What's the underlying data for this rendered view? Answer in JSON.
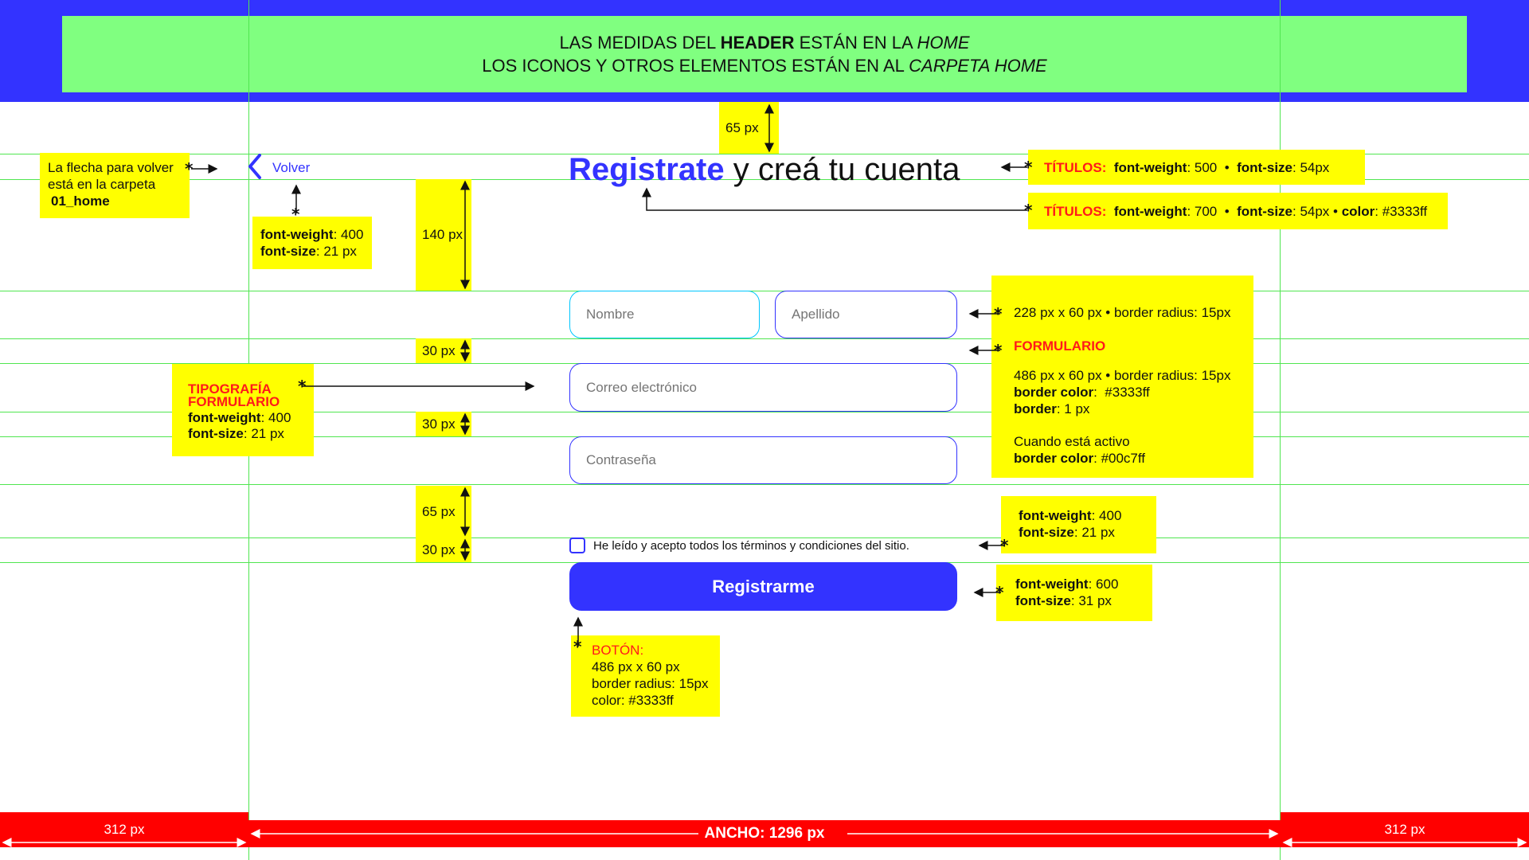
{
  "header": {
    "line1_prefix": "LAS MEDIDAS DEL ",
    "line1_bold": "HEADER",
    "line1_middle": " ESTÁN EN LA ",
    "line1_italic": "HOME",
    "line2_prefix": "LOS ICONOS Y OTROS ELEMENTOS ESTÁN EN AL ",
    "line2_italic": "CARPETA HOME"
  },
  "back": {
    "label": "Volver"
  },
  "title": {
    "accent": "Registrate",
    "rest": " y creá tu cuenta"
  },
  "form": {
    "first_name_placeholder": "Nombre",
    "last_name_placeholder": "Apellido",
    "email_placeholder": "Correo electrónico",
    "password_placeholder": "Contraseña",
    "terms_label": "He leído y acepto todos los  términos y condiciones del sitio.",
    "submit_label": "Registrarme"
  },
  "annotations": {
    "back_arrow_note": {
      "line1": "La flecha para volver",
      "line2": "está en la carpeta",
      "line3": "01_home"
    },
    "back_font": {
      "weight_key": "font-weight",
      "weight_val": ": 400",
      "size_key": "font-size",
      "size_val": ": 21 px"
    },
    "title_note_1": {
      "tag": "TÍTULOS:",
      "weight_key": "font-weight",
      "weight_val": ": 500",
      "sep": "  •  ",
      "size_key": "font-size",
      "size_val": ": 54px"
    },
    "title_note_2": {
      "tag": "TÍTULOS:",
      "weight_key": "font-weight",
      "weight_val": ": 700",
      "sep": "  •  ",
      "size_key": "font-size",
      "size_val": ": 54px",
      "sep2": " • ",
      "color_key": "color",
      "color_val": ": #3333ff"
    },
    "form_note": {
      "small_fields": "228 px x 60 px • border radius: 15px",
      "heading": "FORMULARIO",
      "big_fields": "486 px x 60 px • border radius: 15px",
      "border_color_key": "border color",
      "border_color_val": ":  #3333ff",
      "border_key": "border",
      "border_val": ": 1 px",
      "active_label": "Cuando está activo",
      "active_color_key": "border color",
      "active_color_val": ": #00c7ff"
    },
    "typo_note": {
      "heading1": "TIPOGRAFÍA",
      "heading2": "FORMULARIO",
      "weight_key": "font-weight",
      "weight_val": ": 400",
      "size_key": "font-size",
      "size_val": ": 21 px"
    },
    "terms_font": {
      "weight_key": "font-weight",
      "weight_val": ": 400",
      "size_key": "font-size",
      "size_val": ": 21 px"
    },
    "button_font": {
      "weight_key": "font-weight",
      "weight_val": ": 600",
      "size_key": "font-size",
      "size_val": ": 31 px"
    },
    "button_note": {
      "heading": "BOTÓN:",
      "size": "486 px x 60 px",
      "radius": "border radius: 15px",
      "color": "color: #3333ff"
    }
  },
  "measures": {
    "top_gap": "65 px",
    "title_gap": "140 px",
    "row_gap_1": "30 px",
    "row_gap_2": "30 px",
    "check_gap": "65 px",
    "button_gap": "30 px"
  },
  "footer": {
    "left": "312 px",
    "center": "ANCHO: 1296 px",
    "right": "312 px"
  },
  "colors": {
    "accent": "#3333ff",
    "active": "#00c7ff",
    "note": "#ffff00",
    "header_note": "#80ff80",
    "footer": "#ff0000"
  }
}
